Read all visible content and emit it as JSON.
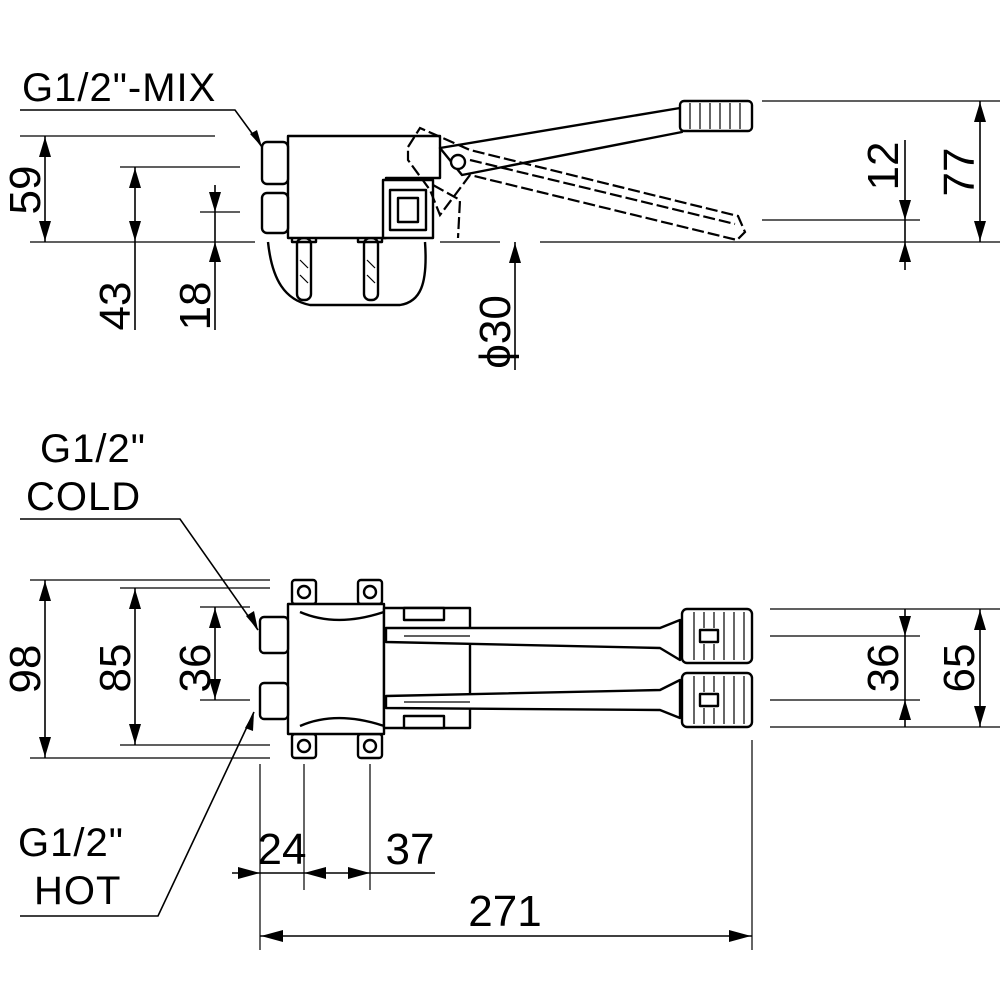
{
  "side_view": {
    "labels": {
      "mix": "G1/2\"-MIX"
    },
    "dimensions": {
      "d59": "59",
      "d43": "43",
      "d18": "18",
      "d30": "ϕ30",
      "d12": "12",
      "d77": "77"
    }
  },
  "top_view": {
    "labels": {
      "cold_line1": "G1/2\"",
      "cold_line2": "COLD",
      "hot_line1": "G1/2\"",
      "hot_line2": "HOT"
    },
    "dimensions": {
      "d98": "98",
      "d85": "85",
      "d36_left": "36",
      "d36_right": "36",
      "d65": "65",
      "d24": "24",
      "d37": "37",
      "d271": "271"
    }
  }
}
